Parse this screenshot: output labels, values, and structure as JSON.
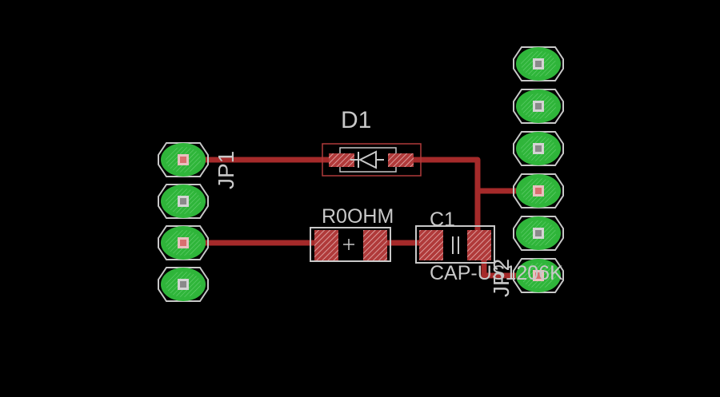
{
  "board": {
    "background_color": "#000000",
    "copper_color": "#a52a2a",
    "pad_color": "#2fb53a",
    "silkscreen_color": "#c8c8c8"
  },
  "components": {
    "jp1": {
      "designator": "JP1",
      "pin_count": 4
    },
    "jp2": {
      "designator": "JP2",
      "pin_count": 6
    },
    "d1": {
      "designator": "D1"
    },
    "r1": {
      "value": "R0OHM"
    },
    "c1": {
      "designator": "C1",
      "value": "CAP-US1206K"
    }
  }
}
